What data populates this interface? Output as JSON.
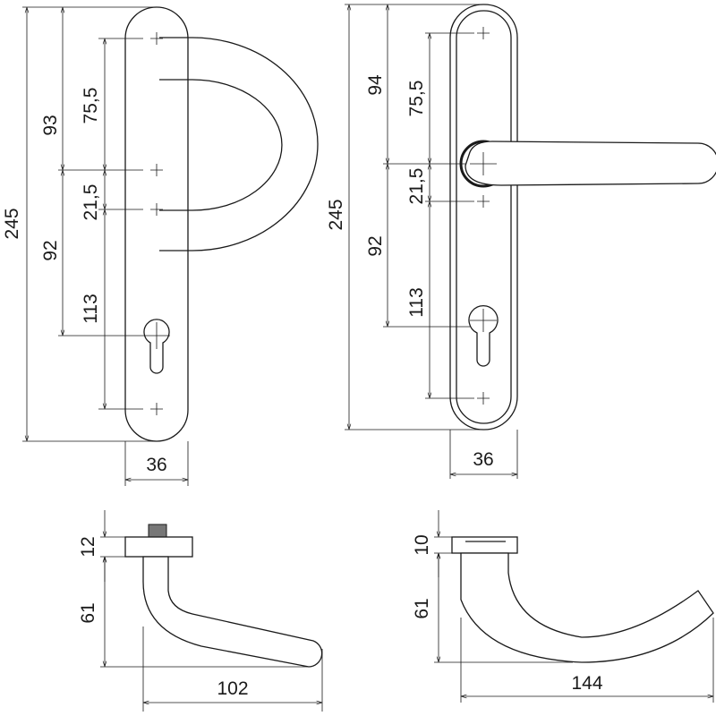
{
  "front_view_left": {
    "dims": {
      "total_height": "245",
      "upper": "93",
      "lower": "92",
      "hole_to_spindle": "75,5",
      "spindle_to_hole": "21,5",
      "hole_to_hole": "113",
      "width": "36"
    }
  },
  "front_view_right": {
    "dims": {
      "total_height": "245",
      "upper": "94",
      "lower": "92",
      "hole_to_spindle": "75,5",
      "spindle_to_hole": "21,5",
      "hole_to_hole": "113",
      "width": "36"
    }
  },
  "side_view_left": {
    "dims": {
      "rosette": "12",
      "height": "61",
      "projection": "102"
    }
  },
  "side_view_right": {
    "dims": {
      "rosette": "10",
      "height": "61",
      "projection": "144"
    }
  },
  "colors": {
    "line": "#1a1a1a",
    "background": "#ffffff"
  }
}
